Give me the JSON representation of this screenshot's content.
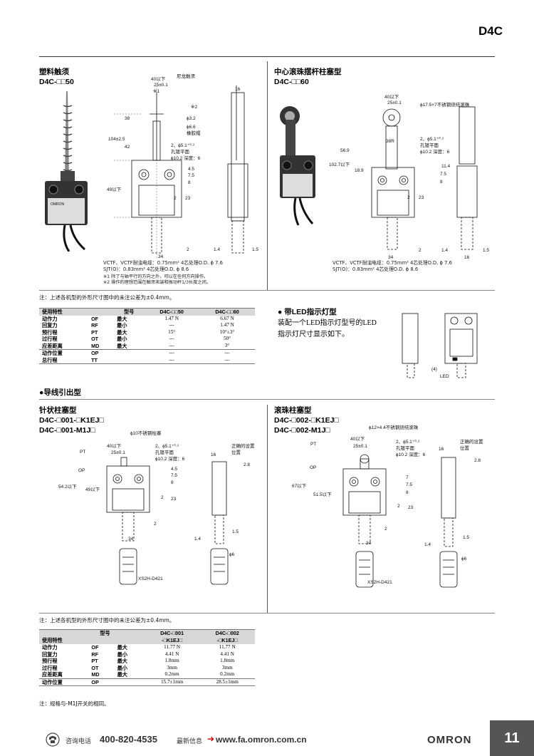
{
  "page": {
    "code": "D4C",
    "page_number": "11"
  },
  "sections": {
    "plastic": {
      "title": "塑料触须",
      "model": "D4C-□□50"
    },
    "roller": {
      "title": "中心滚珠摆杆柱塞型",
      "model": "D4C-□□60"
    },
    "lead_out": {
      "title": "●导线引出型"
    },
    "pin": {
      "title": "针状柱塞型",
      "model1": "D4C-□001-□K1EJ□",
      "model2": "D4C-□001-M1J□"
    },
    "ball": {
      "title": "滚珠柱塞型",
      "model1": "D4C-□002-□K1EJ□",
      "model2": "D4C-□002-M1J□"
    }
  },
  "fig1": {
    "dims": [
      "40以下",
      "25±0.1",
      "尼龙触须",
      "※1",
      "※2",
      "ϕ3.2",
      "ϕ6.6",
      "橡胶帽",
      "38",
      "104±2.5",
      "42",
      "2、ϕ5.1⁺⁰·²",
      "孔镀平面",
      "ϕ10.2 深度：6",
      "4.5",
      "7.5",
      "8",
      "23",
      "2",
      "49以下",
      "34",
      "2",
      "1.4",
      "1.5",
      "16"
    ],
    "note1": "VCTF、VCTF耐油电缆：0.75mm² 4芯处理O.D. ϕ 7.6",
    "note2": "SJT(O)：0.83mm² 4芯处理O.D. ϕ 8.6",
    "note3": "※1 除了与轴平行的方向之外，可以在任何方向操作。",
    "note4": "※2 操作的理想范围在触须末端和振动杆1/3长度之间。"
  },
  "fig2": {
    "dims": [
      "40以下",
      "25±0.1",
      "ϕ17.5×7不锈钢烧结滚珠",
      "38R",
      "2、ϕ5.1⁺⁰·²",
      "孔镀平面",
      "ϕ10.2 深度：6",
      "56.9",
      "102.7以下",
      "18.9",
      "11.4",
      "7.5",
      "8",
      "2",
      "23",
      "34",
      "2",
      "1.4",
      "1.5",
      "16"
    ],
    "note1": "VCTF、VCTF耐油电缆：0.75mm² 4芯处理O.D. ϕ 7.6",
    "note2": "SJT(O)：0.83mm² 4芯处理O.D. ϕ 8.6"
  },
  "note_tolerance1": "注：上述各机型的外形尺寸图中的未注公差为±0.4mm。",
  "table1": {
    "headers": [
      "使用特性",
      "型号",
      "D4C-□□50",
      "D4C-□□60"
    ],
    "rows": [
      [
        "动作力",
        "OF",
        "最大",
        "1.47 N",
        "6.67 N"
      ],
      [
        "回复力",
        "RF",
        "最小",
        "---",
        "1.47 N"
      ],
      [
        "预行程",
        "PT",
        "最大",
        "15°",
        "10°±3°"
      ],
      [
        "过行程",
        "OT",
        "最小",
        "---",
        "50°"
      ],
      [
        "应差距离",
        "MD",
        "最大",
        "---",
        "3°"
      ],
      [
        "动作位置",
        "OP",
        "",
        "---",
        "---"
      ],
      [
        "总行程",
        "TT",
        "",
        "---",
        "---"
      ]
    ]
  },
  "led": {
    "title": "● 带LED指示灯型",
    "text1": "装配一个LED指示灯型号的LED",
    "text2": "指示灯尺寸显示如下。",
    "dims": [
      "(4)",
      "LED"
    ]
  },
  "fig3": {
    "dims": [
      "ϕ10不锈钢柱塞",
      "PT",
      "40以下",
      "25±0.1",
      "2、ϕ5.1⁺⁰·²",
      "孔镀平面",
      "ϕ10.2 深度：6",
      "OP",
      "4.5",
      "7.5",
      "8",
      "2",
      "23",
      "54.2以下",
      "49以下",
      "34",
      "2",
      "16",
      "正确的设置位置",
      "2.8",
      "1.4",
      "1.5",
      "ϕ6",
      "XS2H-D421"
    ]
  },
  "fig4": {
    "dims": [
      "ϕ12×4.4不锈钢烧结滚珠",
      "PT",
      "40以下",
      "25±0.1",
      "2、ϕ5.1⁺⁰·²",
      "孔镀平面",
      "ϕ10.2 深度：6",
      "OP",
      "7",
      "7.5",
      "8",
      "2",
      "23",
      "67以下",
      "51.5以下",
      "34",
      "2",
      "16",
      "正确的设置位置",
      "2.8",
      "1.4",
      "1.5",
      "ϕ6",
      "XS2H-D421"
    ]
  },
  "note_tolerance2": "注：上述各机型的外形尺寸图中的未注公差为±0.4mm。",
  "table2": {
    "headers": [
      "使用特性",
      "型号",
      "D4C-□001\n-□K1EJ□",
      "D4C-□002\n-□K1EJ□"
    ],
    "h_model_top": "型号",
    "col1a": "D4C-□001",
    "col1b": "-□K1EJ□",
    "col2a": "D4C-□002",
    "col2b": "-□K1EJ□",
    "rows": [
      [
        "动作力",
        "OF",
        "最大",
        "11.77 N",
        "11.77 N"
      ],
      [
        "回复力",
        "RF",
        "最小",
        "4.41 N",
        "4.41 N"
      ],
      [
        "预行程",
        "PT",
        "最大",
        "1.8mm",
        "1.8mm"
      ],
      [
        "过行程",
        "OT",
        "最小",
        "3mm",
        "3mm"
      ],
      [
        "应差距离",
        "MD",
        "最大",
        "0.2mm",
        "0.2mm"
      ],
      [
        "动作位置",
        "OP",
        "",
        "15.7±1mm",
        "28.5±1mm"
      ]
    ]
  },
  "note_spec": "注：规格与-M1J开关的相同。",
  "footer": {
    "label": "咨询电话",
    "phone": "400-820-4535",
    "latest": "最新信息",
    "url": "www.fa.omron.com.cn",
    "brand": "OMRON"
  }
}
